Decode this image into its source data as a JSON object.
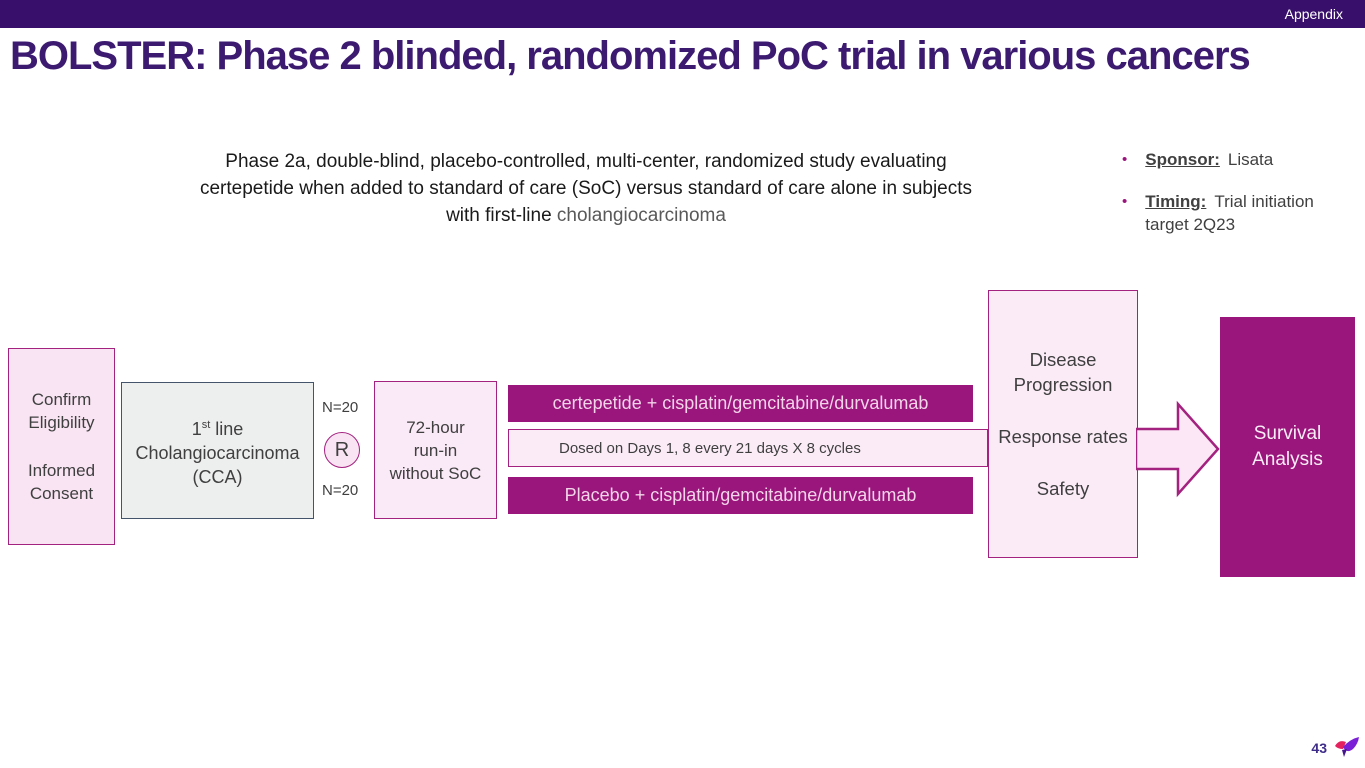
{
  "top_bar": {
    "label": "Appendix"
  },
  "title": "BOLSTER: Phase 2 blinded, randomized PoC trial in various cancers",
  "description": {
    "main": "Phase 2a, double-blind, placebo-controlled, multi-center, randomized study evaluating certepetide when added to standard of care (SoC) versus standard of care alone in subjects with first-line ",
    "highlight": "cholangiocarcinoma"
  },
  "details": {
    "items": [
      {
        "bullet": "•",
        "label": "Sponsor:",
        "text": "Lisata"
      },
      {
        "bullet": "•",
        "label": "Timing:",
        "text": "Trial initiation target 2Q23"
      }
    ]
  },
  "diagram": {
    "eligibility_box": {
      "group1": "Confirm Eligibility",
      "group2": "Informed Consent"
    },
    "population_box": {
      "line1_num": "1",
      "line1_sup": "st",
      "line1_rest": " line",
      "line2": "Cholangiocarcinoma",
      "line3": "(CCA)"
    },
    "n_top": "N=20",
    "n_bottom": "N=20",
    "randomization_marker": "R",
    "runin_box": {
      "line1": "72-hour",
      "line2": "run-in",
      "line3": "without SoC"
    },
    "arm1": "certepetide + cisplatin/gemcitabine/durvalumab",
    "dosing": "Dosed on Days 1, 8 every 21 days X 8 cycles",
    "arm2": "Placebo + cisplatin/gemcitabine/durvalumab",
    "endpoints_box": {
      "group1": "Disease Progression",
      "group2": "Response rates",
      "group3": "Safety"
    },
    "survival_box": "Survival Analysis"
  },
  "footer": {
    "page_number": "43",
    "logo": "lisata-bird-logo"
  },
  "colors": {
    "top_bar": "#38106B",
    "title": "#3C1A70",
    "magenta": "#9A157C",
    "magenta_border": "#A3217F",
    "pink_fill": "#F9E4F3",
    "pink_fill_light": "#FBEBF7",
    "gray_fill": "#EDEEEE",
    "slate_border": "#44546A",
    "body_text": "#3F3F3F",
    "highlight_text": "#595959",
    "page_number": "#3F2D8A"
  }
}
